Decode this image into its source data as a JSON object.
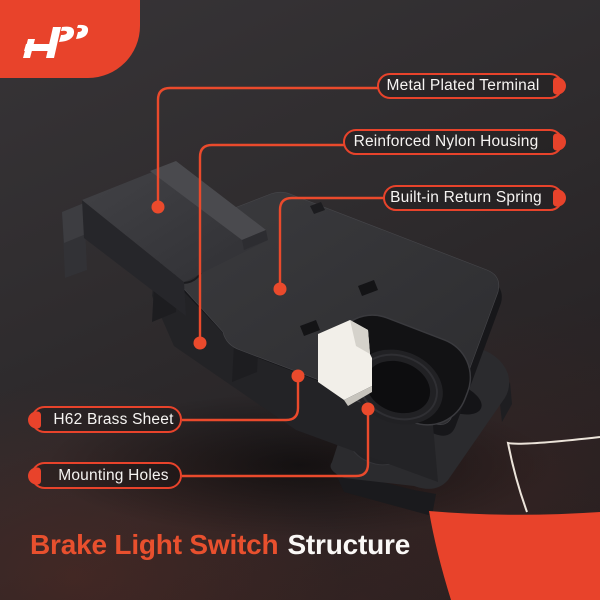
{
  "brand": {
    "logo": "AP monogram"
  },
  "callouts": {
    "right": [
      {
        "label": "Metal Plated Terminal"
      },
      {
        "label": "Reinforced Nylon Housing"
      },
      {
        "label": "Built-in Return Spring"
      }
    ],
    "left": [
      {
        "label": "H62 Brass Sheet"
      },
      {
        "label": "Mounting Holes"
      }
    ]
  },
  "title": {
    "highlight": "Brake Light Switch",
    "rest": "Structure"
  },
  "colors": {
    "accent": "#e8432b",
    "label_text": "#f6f4f2",
    "title_highlight": "#e8502e",
    "background_dark": "#272325",
    "brass_white": "#f2efe9"
  }
}
